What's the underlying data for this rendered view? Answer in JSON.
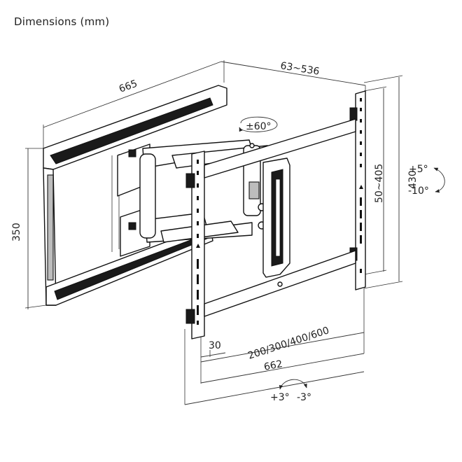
{
  "header": {
    "title": "Dimensions (mm)"
  },
  "dimensions": {
    "wall_plate_width": "665",
    "depth_range": "63~536",
    "wall_plate_height": "350",
    "arm_height": "430",
    "vesa_vertical": "50~405",
    "vesa_horizontal": "200/300/400/600",
    "offset": "30",
    "overall_width": "662"
  },
  "rotation": {
    "swivel": "±60°",
    "tilt_up": "+5°",
    "tilt_down": "-10°",
    "level_plus": "+3°",
    "level_minus": "-3°"
  },
  "colors": {
    "line": "#111111",
    "fill_dark": "#1a1a1a",
    "fill_gray": "#bdbdbd"
  }
}
